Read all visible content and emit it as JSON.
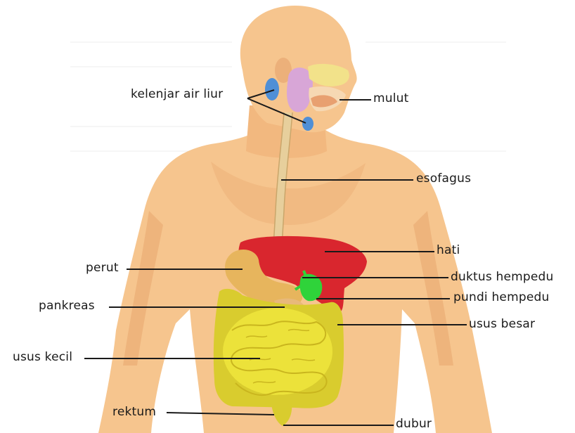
{
  "labels": {
    "salivary_glands": "kelenjar air liur",
    "mouth": "mulut",
    "esophagus": "esofagus",
    "liver": "hati",
    "stomach": "perut",
    "bile_duct": "duktus hempedu",
    "gallbladder": "pundi hempedu",
    "pancreas": "pankreas",
    "large_intestine": "usus besar",
    "small_intestine": "usus kecil",
    "rectum": "rektum",
    "anus": "dubur"
  },
  "colors": {
    "skin": "#f6c58e",
    "skin_shadow": "#e8a56d",
    "liver": "#d9262e",
    "stomach": "#e7b55d",
    "gallbladder": "#2fd33a",
    "intestine": "#ece23a",
    "intestine_shadow": "#c9b51e",
    "salivary": "#4f8fd6",
    "pink_gland": "#d8a6d7"
  }
}
